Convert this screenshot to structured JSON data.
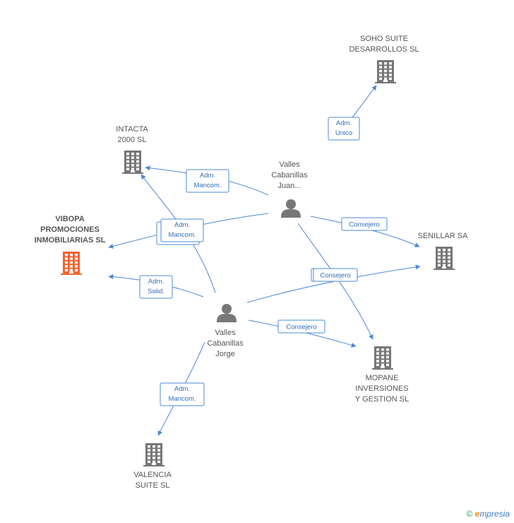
{
  "colors": {
    "edge": "#4a8ad8",
    "company": "#777777",
    "main_company": "#f26430",
    "person": "#777777",
    "label": "#555555"
  },
  "nodes": [
    {
      "id": "soho",
      "type": "company",
      "lines": [
        "SOHO SUITE",
        "DESARROLLOS SL"
      ]
    },
    {
      "id": "intacta",
      "type": "company",
      "lines": [
        "INTACTA",
        "2000 SL"
      ]
    },
    {
      "id": "vibopa",
      "type": "main_company",
      "lines": [
        "VIBOPA",
        "PROMOCIONES",
        "INMOBILIARIAS SL"
      ]
    },
    {
      "id": "senillar",
      "type": "company",
      "lines": [
        "SENILLAR SA"
      ]
    },
    {
      "id": "mopane",
      "type": "company",
      "lines": [
        "MOPANE",
        "INVERSIONES",
        "Y GESTION SL"
      ]
    },
    {
      "id": "valencia",
      "type": "company",
      "lines": [
        "VALENCIA",
        "SUITE SL"
      ]
    },
    {
      "id": "juan",
      "type": "person",
      "lines": [
        "Valles",
        "Cabanillas",
        "Juan..."
      ]
    },
    {
      "id": "jorge",
      "type": "person",
      "lines": [
        "Valles",
        "Cabanillas",
        "Jorge"
      ]
    }
  ],
  "edges": [
    {
      "from": "juan",
      "to": "soho",
      "label": [
        "Adm.",
        "Unico"
      ]
    },
    {
      "from": "juan",
      "to": "intacta",
      "label": [
        "Adm.",
        "Mancom."
      ]
    },
    {
      "from": "juan",
      "to": "vibopa",
      "label": [
        "Adm.",
        "Mancom."
      ]
    },
    {
      "from": "juan",
      "to": "senillar",
      "label": [
        "Consejero"
      ]
    },
    {
      "from": "juan",
      "to": "mopane",
      "label": [
        "Consejero"
      ]
    },
    {
      "from": "jorge",
      "to": "intacta",
      "label": [
        "Adm.",
        "Mancom."
      ]
    },
    {
      "from": "jorge",
      "to": "vibopa",
      "label": [
        "Adm.",
        "Solid."
      ]
    },
    {
      "from": "jorge",
      "to": "senillar",
      "label": [
        "Consejero"
      ]
    },
    {
      "from": "jorge",
      "to": "mopane",
      "label": [
        "Consejero"
      ]
    },
    {
      "from": "jorge",
      "to": "valencia",
      "label": [
        "Adm.",
        "Mancom."
      ]
    }
  ],
  "watermark": {
    "copyright": "©",
    "brand_initial": "e",
    "brand_rest": "mpresia"
  }
}
